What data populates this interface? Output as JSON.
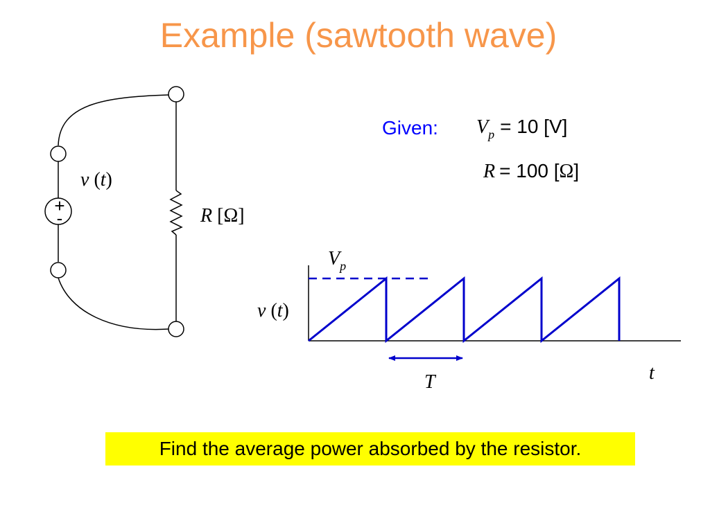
{
  "colors": {
    "title": "#f7964a",
    "waveform": "#0000cc",
    "given_label": "#0000ff",
    "highlight": "#ffff00",
    "wire": "#000000"
  },
  "slide": {
    "title": "Example (sawtooth wave)"
  },
  "circuit": {
    "source_var": "v",
    "source_arg": "t",
    "source_plus": "+",
    "source_minus": "-",
    "resistor_var": "R",
    "resistor_unit": "Ω",
    "icons": [
      "voltage-source-icon",
      "resistor-icon",
      "terminal-icon"
    ]
  },
  "given": {
    "label": "Given:",
    "vp_symbol": "V",
    "vp_subscript": "p",
    "vp_value": "= 10 [V]",
    "r_symbol": "R",
    "r_value_prefix": "= 100 [",
    "r_unit": "Ω",
    "r_value_suffix": "]"
  },
  "waveform": {
    "peak_symbol": "V",
    "peak_subscript": "p",
    "y_var": "v",
    "y_arg": "t",
    "x_var": "t",
    "period_label": "T"
  },
  "chart_data": {
    "type": "line",
    "periods": 4,
    "shape": "sawtooth"
  },
  "problem": {
    "text": "Find the average power absorbed by the resistor."
  }
}
